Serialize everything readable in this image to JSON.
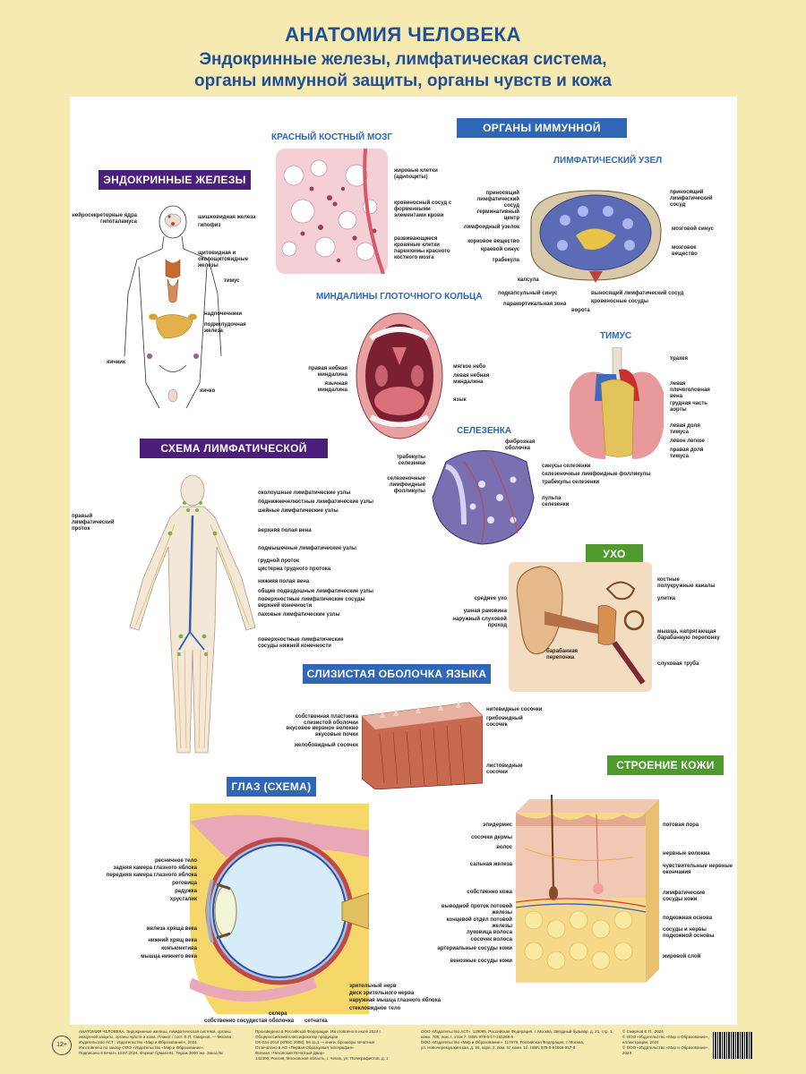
{
  "header": {
    "title": "АНАТОМИЯ ЧЕЛОВЕКА",
    "subtitle_line1": "Эндокринные железы, лимфатическая система,",
    "subtitle_line2": "органы иммунной защиты, органы чувств и кожа"
  },
  "sections": {
    "endocrine": "ЭНДОКРИННЫЕ ЖЕЛЕЗЫ",
    "bone_marrow": "КРАСНЫЙ КОСТНЫЙ МОЗГ",
    "immune": "ОРГАНЫ ИММУННОЙ ЗАЩИТЫ",
    "lymph_node": "ЛИМФАТИЧЕСКИЙ УЗЕЛ",
    "tonsils": "МИНДАЛИНЫ ГЛОТОЧНОГО КОЛЬЦА",
    "thymus": "ТИМУС",
    "lymph_system": "СХЕМА ЛИМФАТИЧЕСКОЙ СИСТЕМЫ",
    "spleen": "СЕЛЕЗЕНКА",
    "ear": "УХО",
    "tongue": "СЛИЗИСТАЯ ОБОЛОЧКА ЯЗЫКА",
    "eye": "ГЛАЗ (СХЕМА)",
    "skin": "СТРОЕНИЕ КОЖИ"
  },
  "labels": {
    "endocrine": [
      "нейросекреторные ядра гипоталамуса",
      "шишковидная железа",
      "гипофиз",
      "щитовидная и околощитовидные железы",
      "тимус",
      "надпочечники",
      "поджелудочная железа",
      "яичник",
      "яичко"
    ],
    "marrow": [
      "жировые клетки (адипоциты)",
      "кровеносный сосуд с форменными элементами крови",
      "развивающиеся кровяные клетки паренхимы красного костного мозга"
    ],
    "lymph_node_left": [
      "приносящий лимфатический сосуд",
      "герминативный центр",
      "лимфоидный узелок",
      "корковое вещество",
      "краевой синус",
      "трабекула",
      "капсула",
      "подкапсульный синус",
      "паракортикальная зона"
    ],
    "lymph_node_right": [
      "приносящий лимфатический сосуд",
      "мозговой синус",
      "мозговое вещество",
      "выносящий лимфатический сосуд",
      "кровеносные сосуды",
      "ворота"
    ],
    "tonsils": [
      "правая небная миндалина",
      "язычная миндалина",
      "мягкое небо",
      "левая небная миндалина",
      "язык"
    ],
    "thymus": [
      "трахея",
      "левая плечеголовная вена",
      "грудная часть аорты",
      "левая доля тимуса",
      "левое легкое",
      "правая доля тимуса"
    ],
    "lymph_system": [
      "околоушные лимфатические узлы",
      "поднижнечелюстные лимфатические узлы",
      "шейные лимфатические узлы",
      "правый лимфатический проток",
      "верхняя полая вена",
      "подмышечные лимфатические узлы",
      "грудной проток",
      "цистерна грудного протока",
      "нижняя полая вена",
      "общие подвздошные лимфатические узлы",
      "поверхностные лимфатические сосуды верхней конечности",
      "паховые лимфатические узлы",
      "поверхностные лимфатические сосуды нижней конечности"
    ],
    "spleen": [
      "трабекулы селезенки",
      "селезеночные лимфоидные фолликулы",
      "фиброзная оболочка",
      "синусы селезенки",
      "селезеночные лимфоидные фолликулы",
      "трабекулы селезенки",
      "пульпа селезенки"
    ],
    "ear": [
      "костные полукружные каналы",
      "улитка",
      "среднее ухо",
      "ушная раковина",
      "наружный слуховой проход",
      "мышца, напрягающая барабанную перепонку",
      "барабанная перепонка",
      "слуховая труба"
    ],
    "tongue": [
      "собственная пластинка слизистой оболочки",
      "вкусовое нервное волокно",
      "вкусовые почки",
      "желобовидный сосочек",
      "нитевидные сосочки",
      "грибовидный сосочек",
      "листовидные сосочки"
    ],
    "eye": [
      "ресничное тело",
      "задняя камера глазного яблока",
      "передняя камера глазного яблока",
      "роговица",
      "радужка",
      "хрусталик",
      "железа хряща века",
      "нижний хрящ века",
      "конъюнктива",
      "мышца нижнего века",
      "зрительный нерв",
      "диск зрительного нерва",
      "наружная мышца глазного яблока",
      "стекловидное тело",
      "склера",
      "собственно сосудистая оболочка",
      "сетчатка"
    ],
    "skin_left": [
      "эпидермис",
      "сосочки дермы",
      "волос",
      "сальная железа",
      "собственно кожа",
      "выводной проток потовой железы",
      "концевой отдел потовой железы",
      "луковица волоса",
      "сосочек волоса",
      "артериальные сосуды кожи",
      "венозные сосуды кожи"
    ],
    "skin_right": [
      "потовая пора",
      "нервные волокна",
      "чувствительные нервные окончания",
      "лимфатические сосуды кожи",
      "подкожная основа",
      "сосуды и нервы подкожной основы",
      "жировой слой"
    ]
  },
  "footer": {
    "age": "12+",
    "col1": [
      "АНАТОМИЯ ЧЕЛОВЕКА. Эндокринные железы, лимфатическая система, органы иммунной защиты, органы чувств и кожа. Плакат / сост. Е.П. Смирнов. — Москва :",
      "Издательство АСТ : Издательство «Мир и Образование», 2024.",
      "Изготовлено по заказу ООО «Издательство «Мир и Образование».",
      "Подписано в печать 13.07.2024. Формат бумаги 61. Тираж 3000 экз. Заказ №"
    ],
    "col2": [
      "Произведено в Российской Федерации. Изготовлено в июле 2024 г.",
      "Общероссийский классификатор продукции",
      "ОК-034-2014 (КПЕС 2008); 58.11.1 — книги, брошюры печатные",
      "Отпечатано в АО «Первая Образцовая типография»",
      "Филиал «Чеховский Печатный Двор»",
      "142300, Россия, Московская область, г. Чехов, ул. Полиграфистов, д. 1"
    ],
    "col3": [
      "ООО «Издательство АСТ». 129085, Российская Федерация, г. Москва, Звездный бульвар, д. 21, стр. 1, комн. 705, пом. I, этаж 7.  ISBN 978-5-17-165268-6",
      "ООО «Издательство «Мир и Образование». 117979, Российская Федерация, г. Москва,",
      "ул. Новочеремушкинская, д. 55, корп. 2, пом. IV, комн. 1б.  ISBN 978-5-94666-957-8"
    ],
    "col4": [
      "© Смирнов Е.П., 2024",
      "© ООО «Издательство «Мир и Образование»,",
      "иллюстрации, 2024",
      "© ООО «Издательство «Мир и Образование», 2024"
    ]
  }
}
